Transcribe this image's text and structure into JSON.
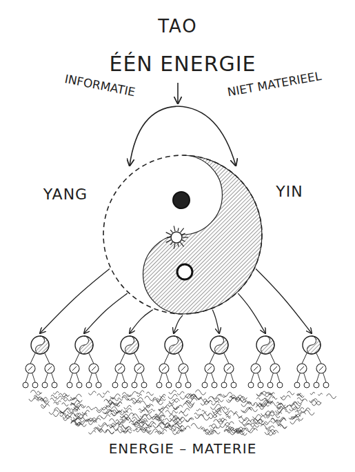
{
  "diagram": {
    "title": "TAO",
    "labels": [
      "ÉÉN ENERGIE",
      "INFORMATIE",
      "NIET MATERIEEL",
      "YANG",
      "YIN",
      "ENERGIE – MATERIE"
    ]
  }
}
